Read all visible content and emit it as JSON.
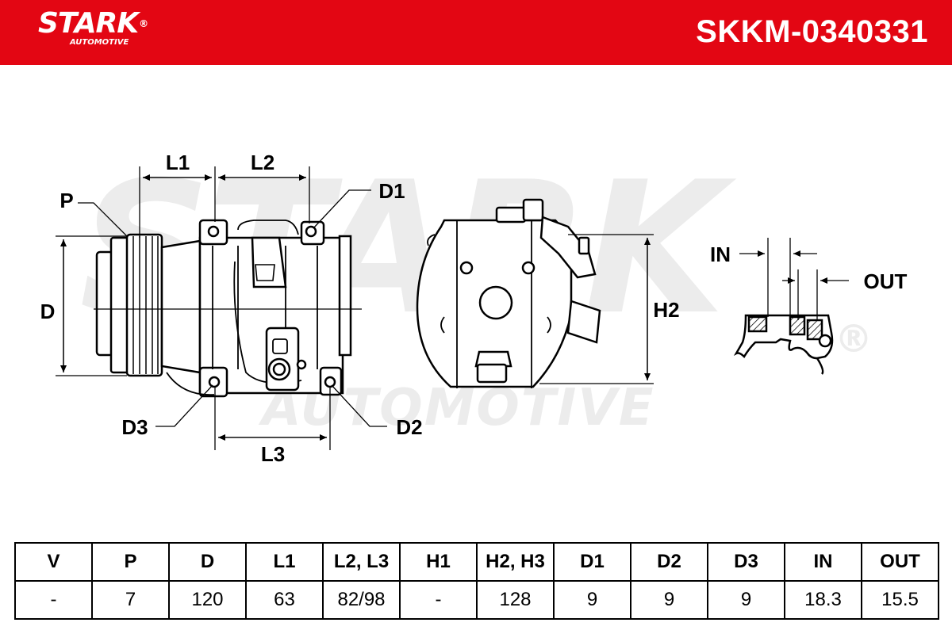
{
  "header": {
    "brand": "STARK",
    "brand_mark": "®",
    "brand_sub": "AUTOMOTIVE",
    "part_number": "SKKM-0340331",
    "background_color": "#e30613"
  },
  "watermark": {
    "main": "STARK",
    "sub": "AUTOMOTIVE",
    "mark": "®"
  },
  "diagram": {
    "labels": {
      "P": "P",
      "D": "D",
      "L1": "L1",
      "L2": "L2",
      "L3": "L3",
      "D1": "D1",
      "D2": "D2",
      "D3": "D3",
      "H2": "H2",
      "IN": "IN",
      "OUT": "OUT"
    }
  },
  "specs": {
    "headers": [
      "V",
      "P",
      "D",
      "L1",
      "L2, L3",
      "H1",
      "H2, H3",
      "D1",
      "D2",
      "D3",
      "IN",
      "OUT"
    ],
    "values": [
      "-",
      "7",
      "120",
      "63",
      "82/98",
      "-",
      "128",
      "9",
      "9",
      "9",
      "18.3",
      "15.5"
    ]
  }
}
